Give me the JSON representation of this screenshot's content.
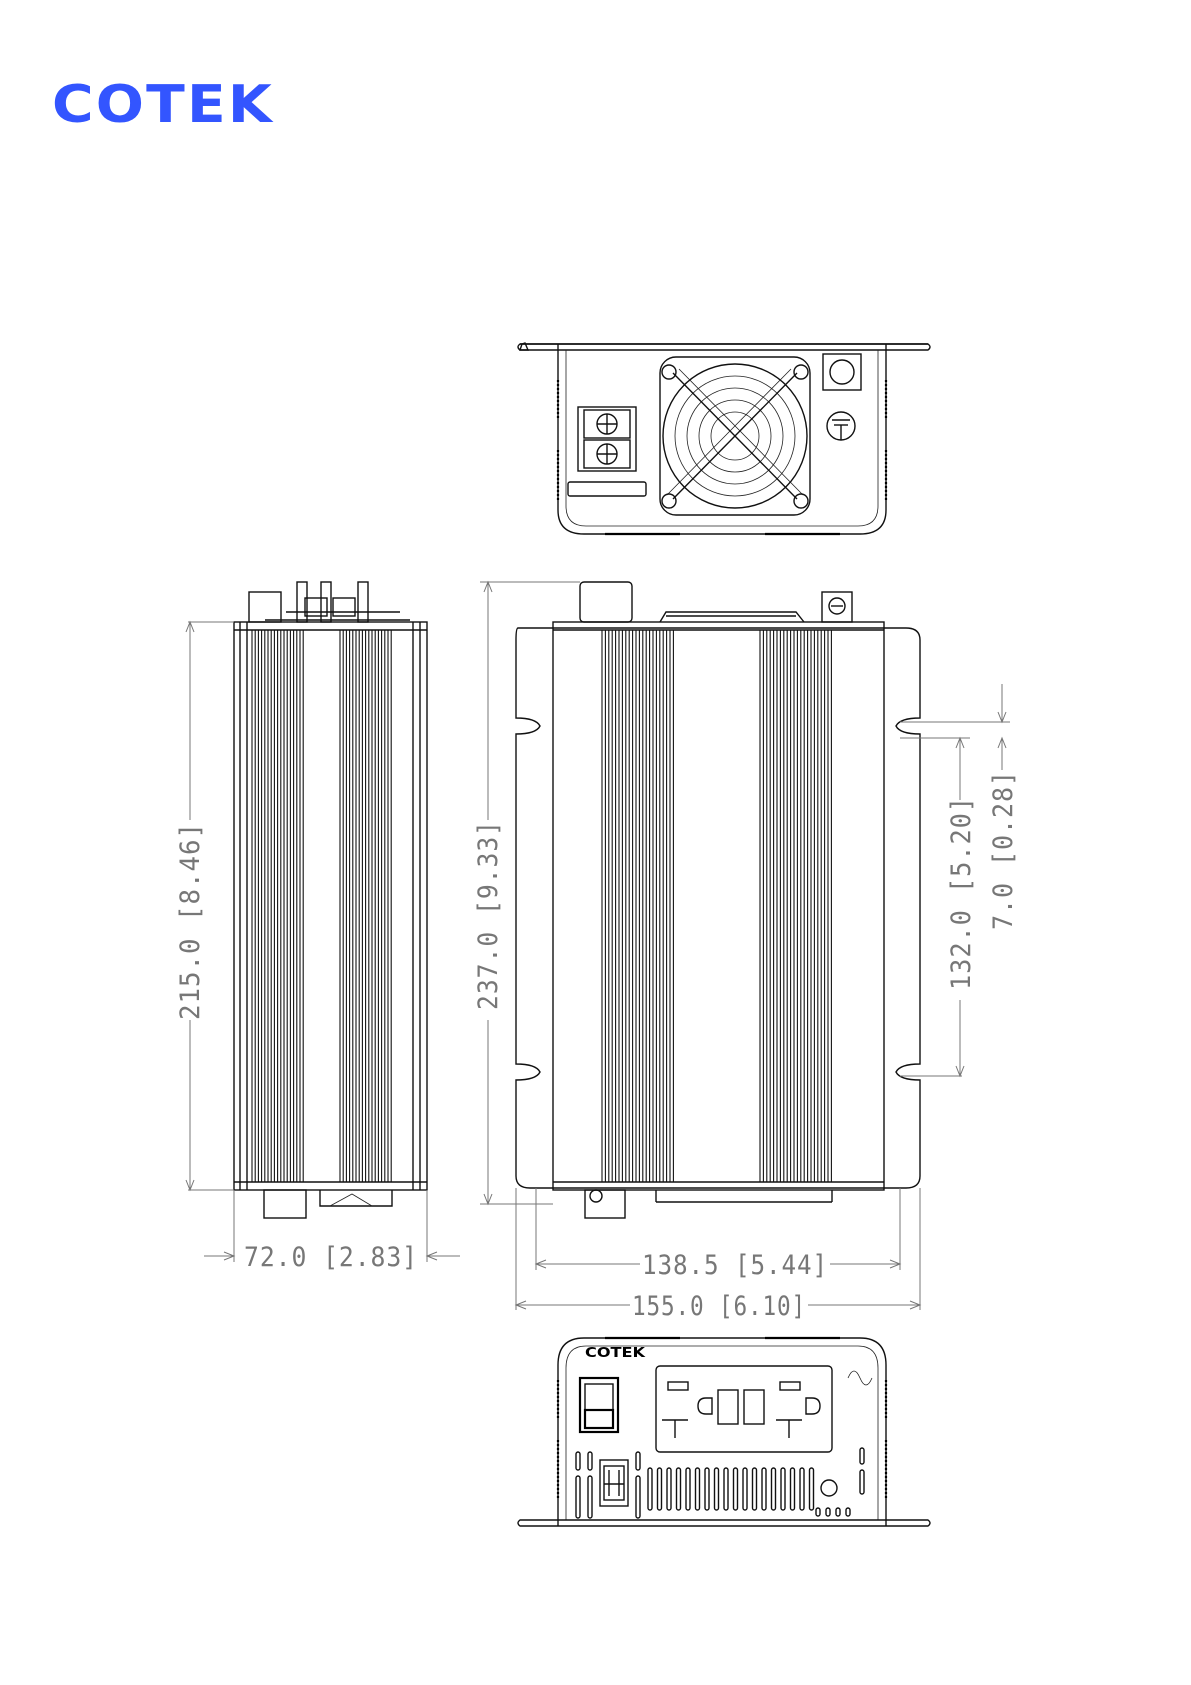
{
  "brand": {
    "logo_text": "COTEK",
    "logo_color": "#3355ff",
    "panel_label": "COTEK"
  },
  "dimensions": {
    "side_height": "215.0 [8.46]",
    "top_height": "237.0 [9.33]",
    "mount_spacing": "132.0 [5.20]",
    "slot_width": "7.0 [0.28]",
    "side_width": "72.0 [2.83]",
    "body_width": "138.5 [5.44]",
    "overall_width": "155.0 [6.10]"
  },
  "colors": {
    "line": "#111111",
    "dimension": "#777777"
  }
}
